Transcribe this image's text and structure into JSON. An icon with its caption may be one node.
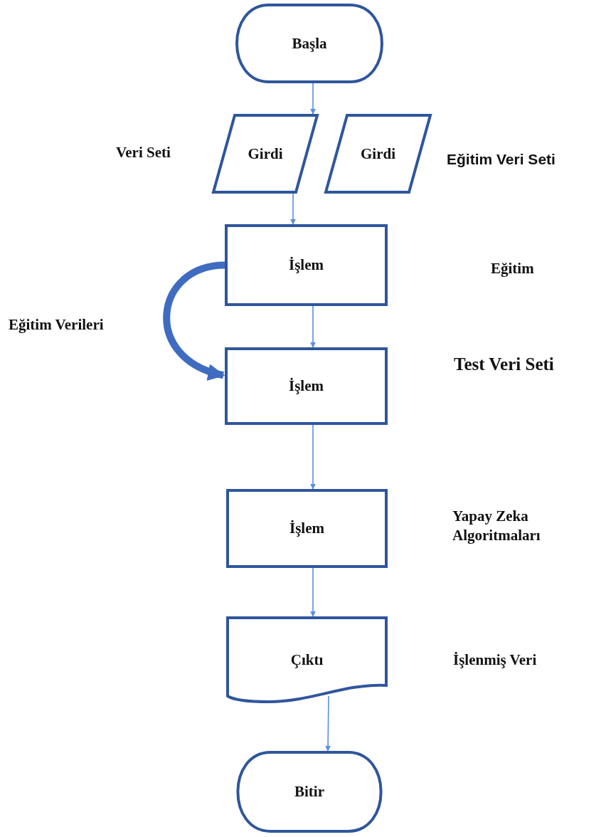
{
  "diagram": {
    "nodes": [
      {
        "text": [
          "Başla"
        ]
      },
      {
        "text": [
          "Girdi"
        ],
        "beside": [
          "Veri Seti"
        ]
      },
      {
        "text": [
          "Girdi"
        ],
        "beside": [
          "Eğitim Veri Seti"
        ]
      },
      {
        "text": [
          "İşlem"
        ]
      },
      {
        "text": [
          "İşlem"
        ],
        "beside": [
          "Test Veri Seti"
        ]
      },
      {
        "text": [
          "İşlem"
        ]
      },
      {
        "text": [
          "Çıktı"
        ]
      },
      {
        "text": [
          "Bitir"
        ]
      }
    ],
    "edges": [
      {
        "from": 0,
        "to": 1,
        "arrow": "to"
      },
      {
        "from": 1,
        "to": 3,
        "arrow": "to"
      },
      {
        "from": 3,
        "to": 4,
        "arrow": "to"
      },
      {
        "from": 3,
        "to": 4,
        "arrow": "to",
        "label": "Eğitim Verileri",
        "style": "thick",
        "color": "#3f6cc0"
      },
      {
        "from": 4,
        "to": 5,
        "arrow": "to"
      },
      {
        "from": 5,
        "to": 6,
        "arrow": "to"
      },
      {
        "from": 6,
        "to": 7,
        "arrow": "to"
      }
    ],
    "labels": [
      "Eğitim",
      "Yapay Zeka Algoritmaları",
      "İşlenmiş Veri"
    ]
  }
}
